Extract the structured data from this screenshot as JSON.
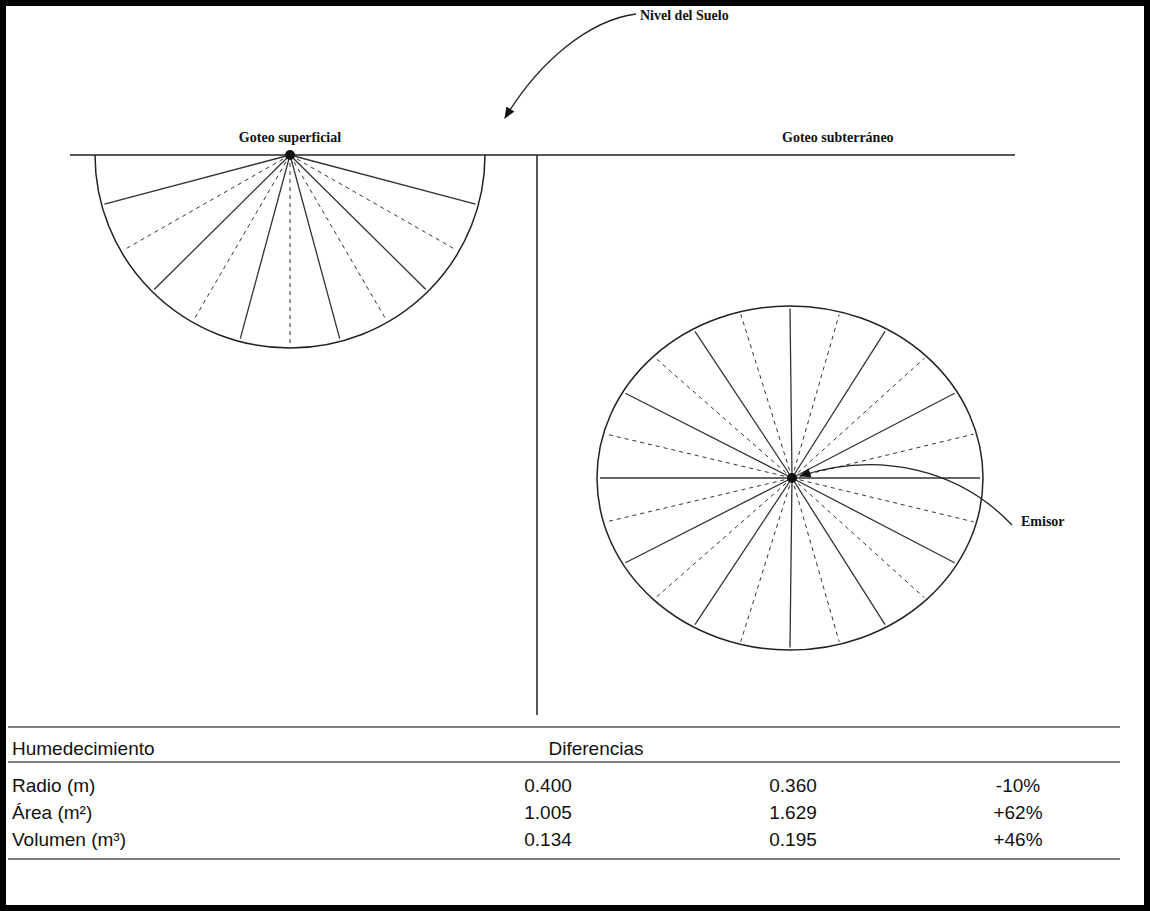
{
  "diagram": {
    "labels": [
      "Nivel del Suelo",
      "Goteo superficial",
      "Goteo subterráneo",
      "Emisor",
      "Humedecimiento",
      "Diferencias",
      "Radio (m)",
      "0.400",
      "0.360",
      "-10%",
      "Área (m²)",
      "1.005",
      "1.629",
      "+62%",
      "Volumen (m³)",
      "0.134",
      "0.195",
      "+46%"
    ]
  }
}
